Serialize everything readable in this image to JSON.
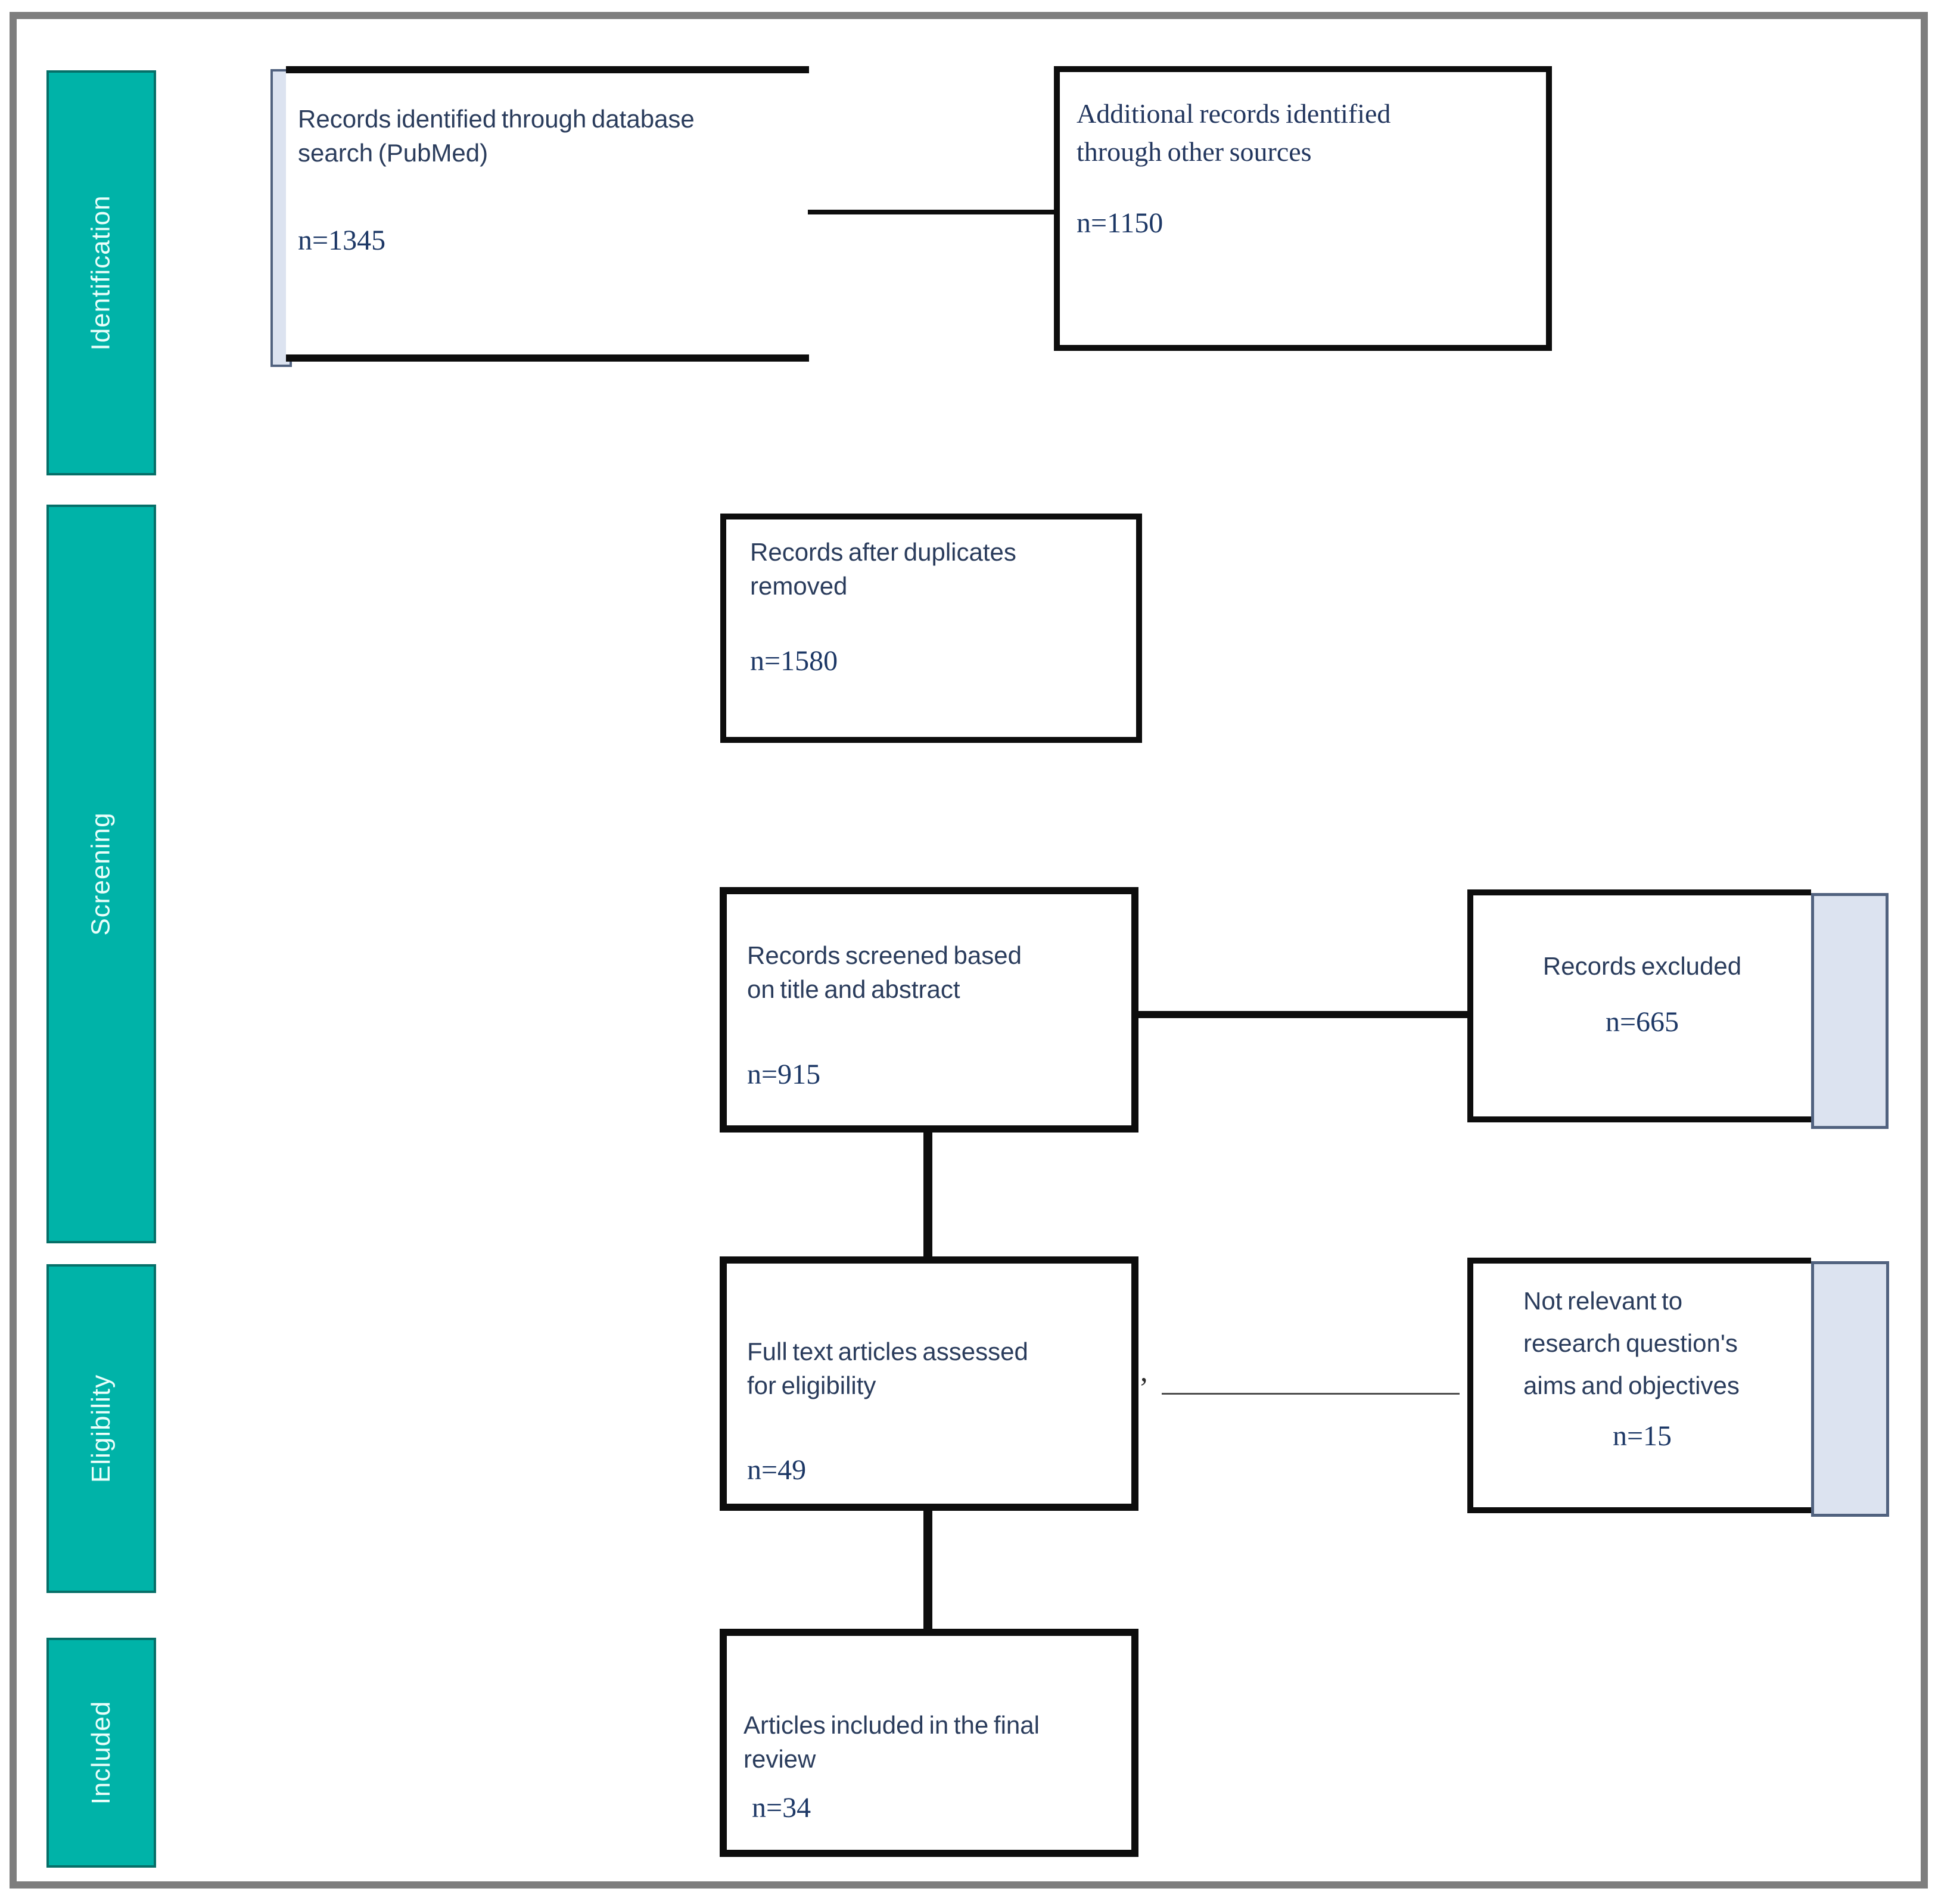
{
  "figure": {
    "type": "prisma-flow-diagram",
    "stages": {
      "identification": "Identification",
      "screening": "Screening",
      "eligibility": "Eligibility",
      "included": "Included"
    },
    "nodes": {
      "identified": {
        "lines": [
          "Records identified through database",
          "search (PubMed)"
        ],
        "count": "n=1345"
      },
      "additional": {
        "lines": [
          "Additional records identified",
          "through other sources"
        ],
        "count": "n=1150"
      },
      "deduplicated": {
        "lines": [
          "Records after duplicates",
          "removed"
        ],
        "count": "n=1580"
      },
      "screened": {
        "lines": [
          "Records screened based",
          "on title and abstract"
        ],
        "count": "n=915"
      },
      "excluded": {
        "lines": [
          "Records excluded"
        ],
        "count": "n=665"
      },
      "fulltext": {
        "lines": [
          "Full text articles assessed",
          "for eligibility"
        ],
        "count": "n=49"
      },
      "not_relevant": {
        "lines": [
          "Not relevant to",
          "research question's",
          "aims and objectives"
        ],
        "count": "n=15"
      },
      "final_included": {
        "lines": [
          "Articles included in the final",
          "review"
        ],
        "count": "n=34"
      }
    },
    "decorations": {
      "comma_mark": ","
    },
    "colors": {
      "stage_fill": "#00b3a8",
      "stage_border": "#066f68",
      "stage_text": "#eafffb",
      "box_border": "#0d0d0d",
      "bracket_fill": "#dce3f0",
      "bracket_border": "#51627f",
      "page_frame": "#7e7e7e",
      "title_text": "#2a3c5c",
      "count_text": "#1d3866"
    }
  }
}
